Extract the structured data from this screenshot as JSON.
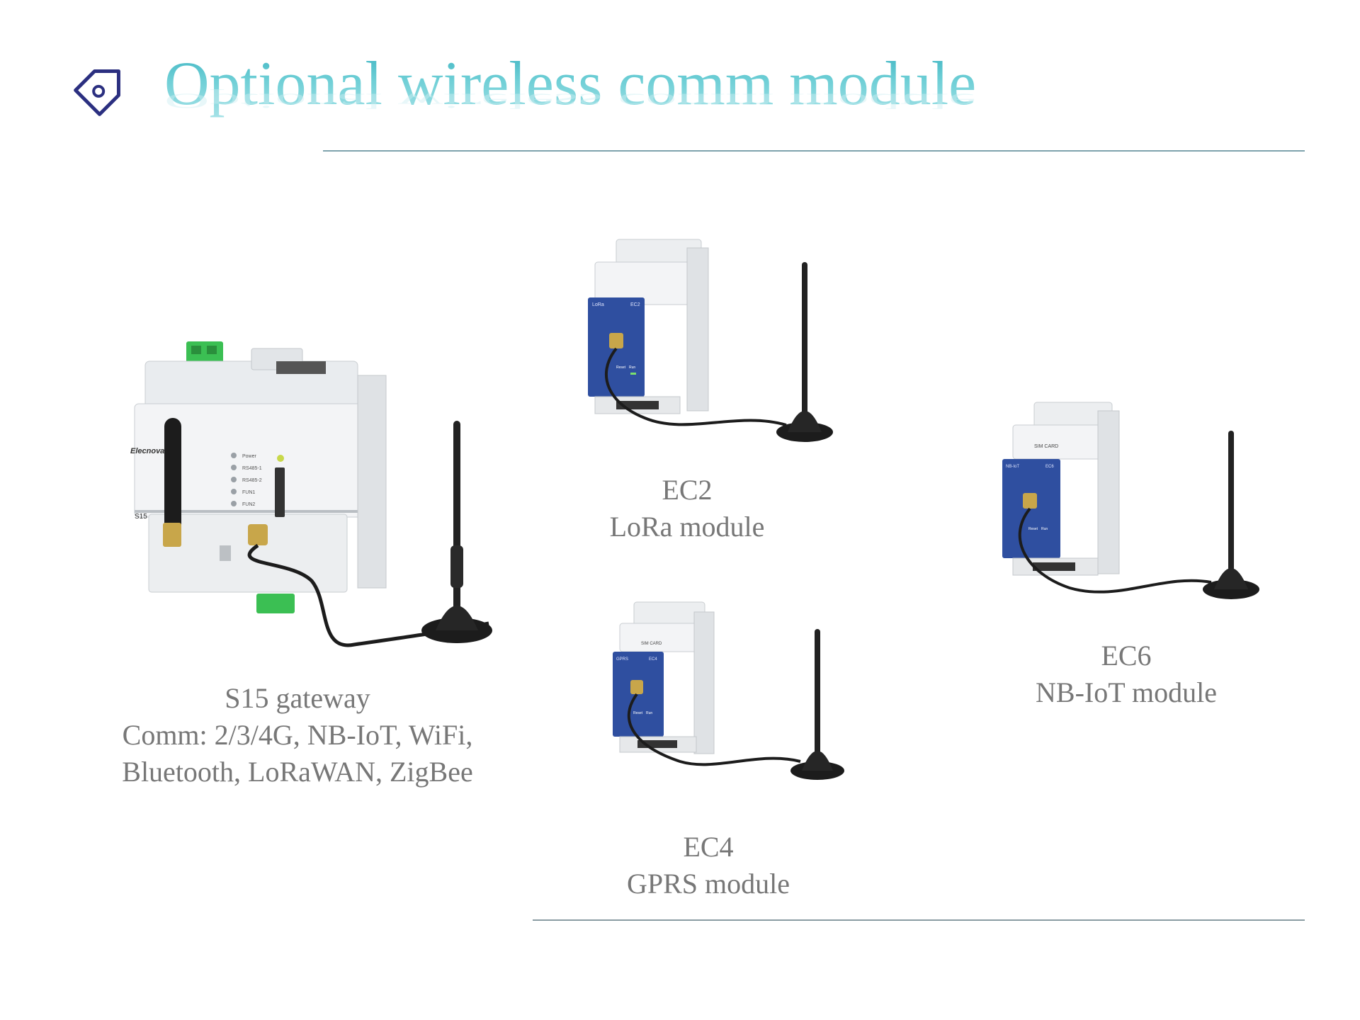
{
  "title": "Optional wireless comm module",
  "icon_name": "tag-icon",
  "colors": {
    "title": "#5fc6cf",
    "rule": "#7ea2ad",
    "caption": "#777777",
    "module_face": "#2f4fa0",
    "terminal_green": "#3bbf53",
    "antenna": "#222222"
  },
  "devices": {
    "s15": {
      "brand": "Elecnova",
      "model": "S15",
      "leds": [
        "Power",
        "RS485-1",
        "RS485-2",
        "FUN1",
        "FUN2"
      ],
      "caption": {
        "line1": "S15 gateway",
        "line2": "Comm: 2/3/4G, NB-IoT, WiFi,",
        "line3": "Bluetooth, LoRaWAN, ZigBee"
      }
    },
    "ec2": {
      "face_left": "LoRa",
      "face_right": "EC2",
      "led_labels": [
        "Reset",
        "Run"
      ],
      "caption": {
        "line1": "EC2",
        "line2": "LoRa module"
      }
    },
    "ec4": {
      "sim_label": "SIM CARD",
      "face_left": "GPRS",
      "face_right": "EC4",
      "led_labels": [
        "Reset",
        "Run"
      ],
      "caption": {
        "line1": "EC4",
        "line2": "GPRS module"
      }
    },
    "ec6": {
      "sim_label": "SIM CARD",
      "face_left": "NB-IoT",
      "face_right": "EC6",
      "led_labels": [
        "Reset",
        "Run"
      ],
      "caption": {
        "line1": "EC6",
        "line2": "NB-IoT module"
      }
    }
  }
}
